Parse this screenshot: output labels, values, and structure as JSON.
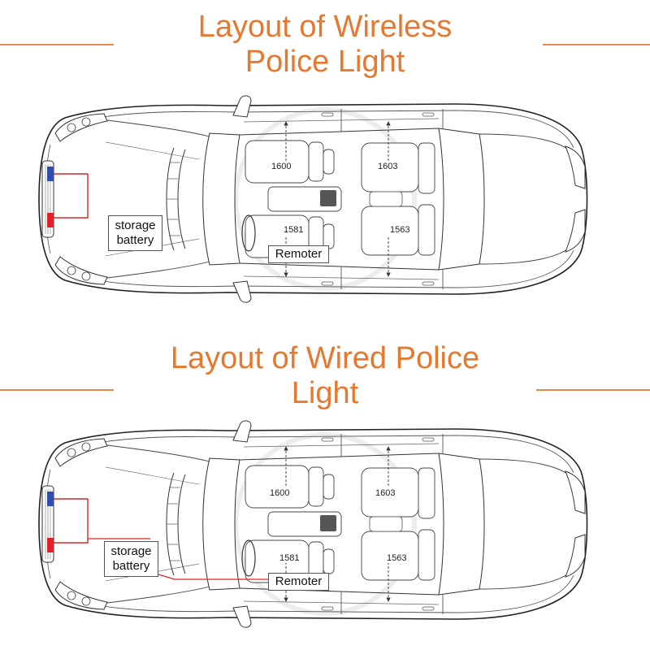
{
  "panels": [
    {
      "title_lines": [
        "Layout of Wireless",
        "Police Light"
      ],
      "battery_label": "storage battery",
      "remoter_label": "Remoter",
      "seat_labels": [
        "1600",
        "1603",
        "1581",
        "1563"
      ]
    },
    {
      "title_lines": [
        "Layout of Wired Police",
        "Light"
      ],
      "battery_label": "storage battery",
      "remoter_label": "Remoter",
      "seat_labels": [
        "1600",
        "1603",
        "1581",
        "1563"
      ]
    }
  ],
  "colors": {
    "title": "#E4792F",
    "rule": "#E8894C",
    "wire": "#D9262B",
    "light_blue": "#2E4DB3",
    "light_red": "#E31E24"
  }
}
